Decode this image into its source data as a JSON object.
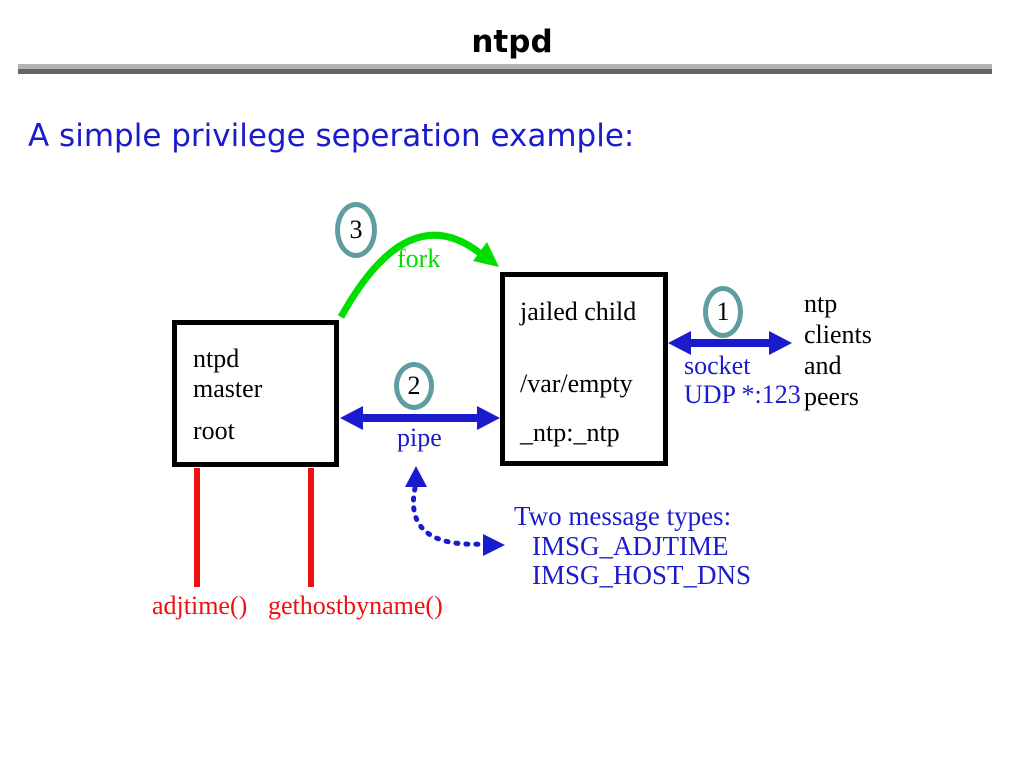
{
  "slide": {
    "title": "ntpd",
    "heading": "A simple privilege seperation example:"
  },
  "colors": {
    "blue": "#1b1bce",
    "green": "#00dd00",
    "red": "#ee1111",
    "ring": "#5f9ea0",
    "rule_light": "#b3b3b3",
    "rule_dark": "#646464"
  },
  "diagram": {
    "master_box": {
      "lines": [
        "ntpd",
        "master",
        "root"
      ]
    },
    "child_box": {
      "lines": [
        "jailed child",
        "/var/empty",
        "_ntp:_ntp"
      ]
    },
    "badges": {
      "fork": "3",
      "pipe": "2",
      "socket": "1"
    },
    "fork_label": "fork",
    "pipe_label": "pipe",
    "socket_label": "socket",
    "udp_label": "UDP *:123",
    "peers": {
      "lines": [
        "ntp",
        "clients",
        "and",
        "peers"
      ]
    },
    "syscalls": {
      "adjtime": "adjtime()",
      "gethostbyname": "gethostbyname()"
    },
    "messages": {
      "title": "Two message types:",
      "items": [
        "IMSG_ADJTIME",
        "IMSG_HOST_DNS"
      ]
    }
  }
}
